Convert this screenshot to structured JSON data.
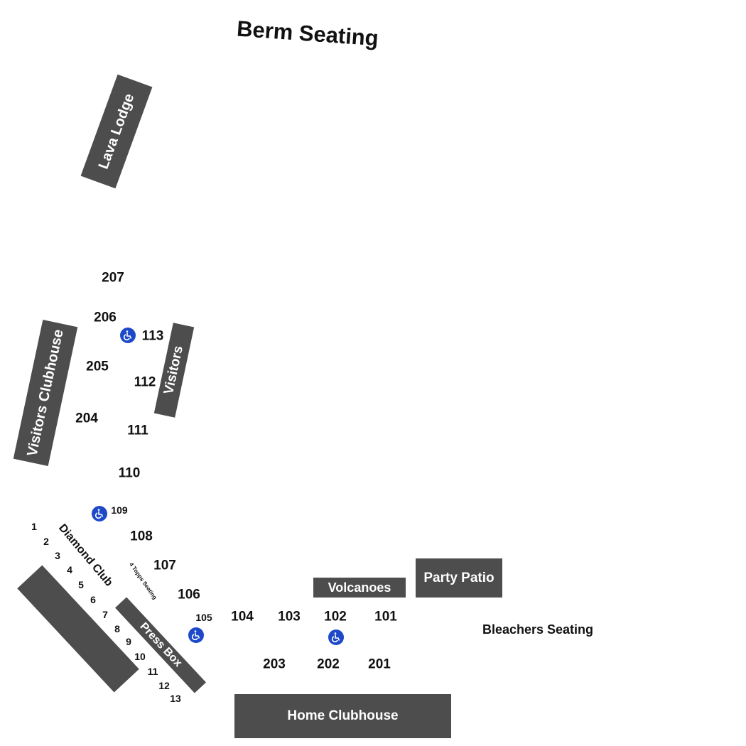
{
  "map": {
    "berm_seating": "Berm Seating",
    "bleachers_seating": "Bleachers Seating",
    "blocks": {
      "lava_lodge": "Lava Lodge",
      "visitors_clubhouse": "Visitors Clubhouse",
      "visitors": "Visitors",
      "press_box": "Press Box",
      "volcanoes": "Volcanoes",
      "party_patio": "Party Patio",
      "home_clubhouse": "Home Clubhouse"
    },
    "diamond_club": "Diamond Club",
    "topps_seating": "4 Topps Seating",
    "sections": {
      "s207": "207",
      "s206": "206",
      "s205": "205",
      "s204": "204",
      "s113": "113",
      "s112": "112",
      "s111": "111",
      "s110": "110",
      "s109": "109",
      "s108": "108",
      "s107": "107",
      "s106": "106",
      "s105": "105",
      "s104": "104",
      "s103": "103",
      "s102": "102",
      "s101": "101",
      "s203": "203",
      "s202": "202",
      "s201": "201"
    },
    "rows": [
      "1",
      "2",
      "3",
      "4",
      "5",
      "6",
      "7",
      "8",
      "9",
      "10",
      "11",
      "12",
      "13"
    ],
    "accessible_icon": "wheelchair-icon",
    "accessible_color": "#1d49c9",
    "block_color": "#4d4d4d"
  }
}
